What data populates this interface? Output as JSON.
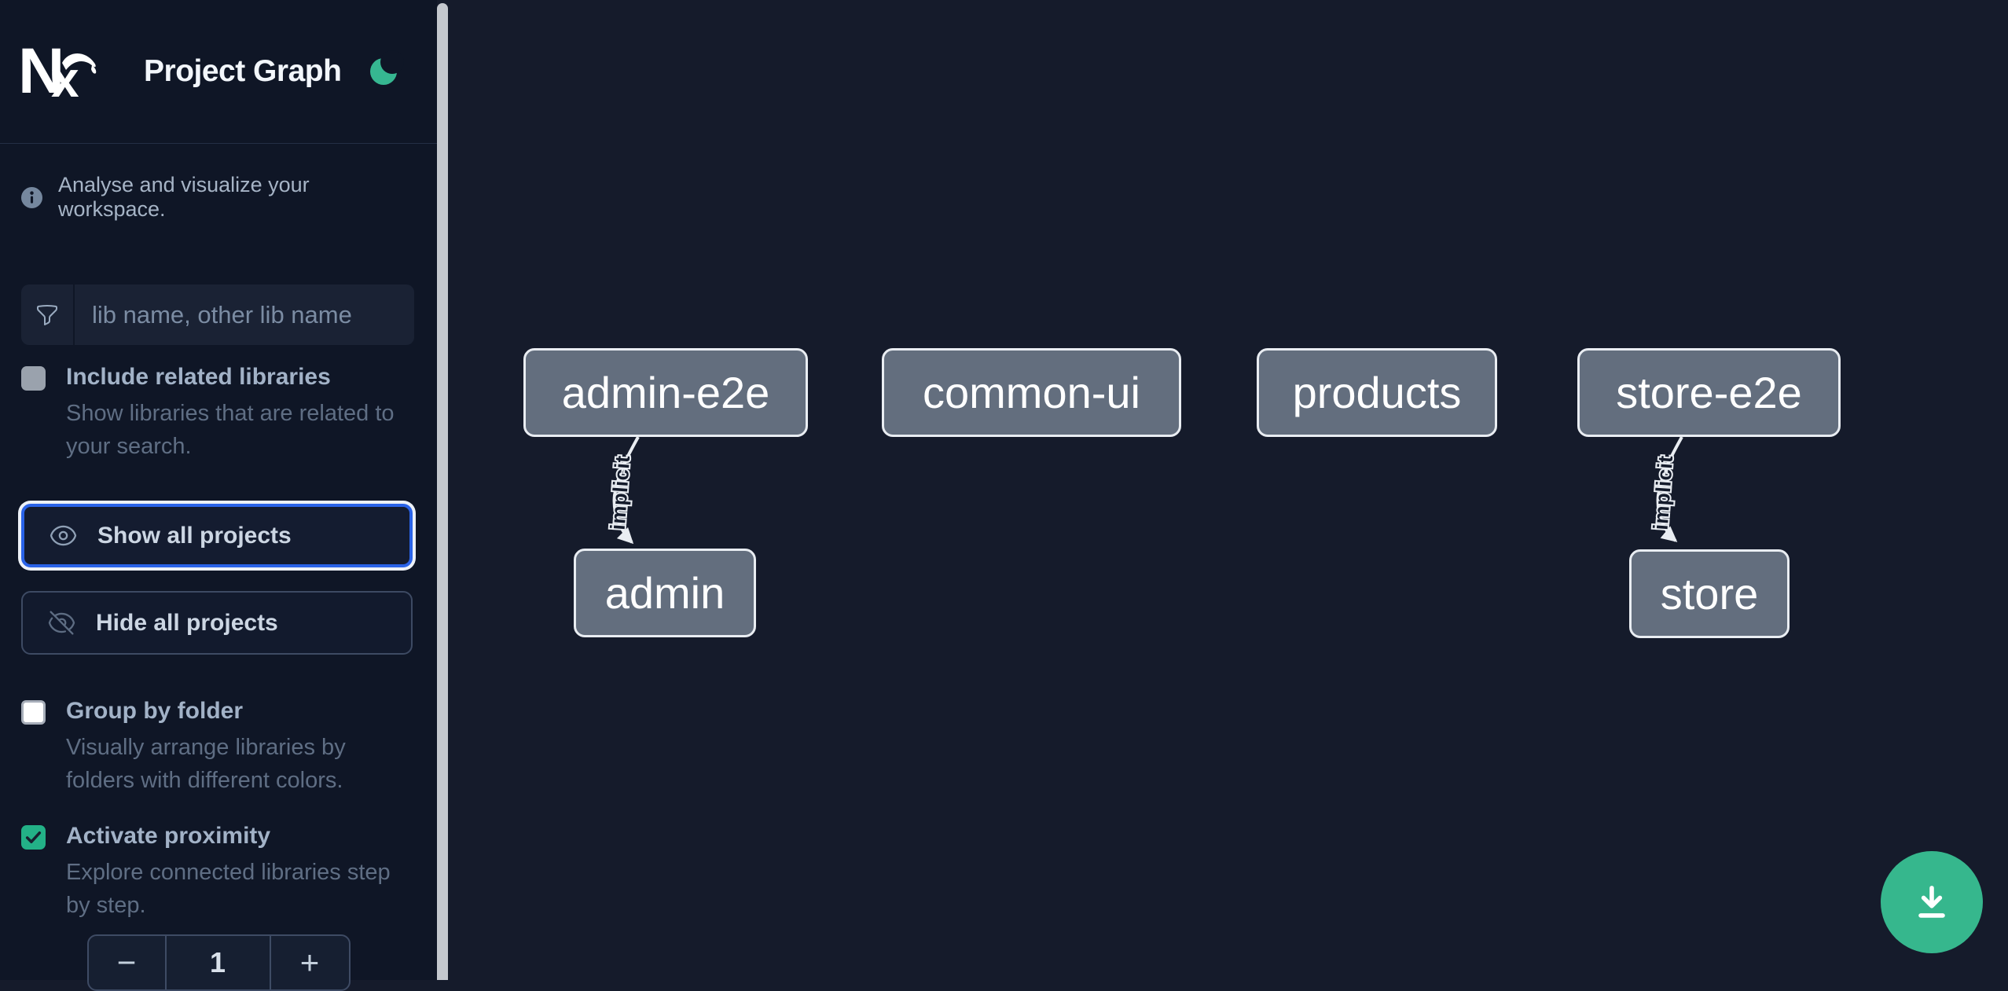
{
  "header": {
    "app_name": "Nx",
    "title": "Project Graph",
    "theme_toggle_icon": "moon-icon"
  },
  "sidebar": {
    "tagline": "Analyse and visualize your workspace.",
    "tagline_icon": "info-icon",
    "filter": {
      "icon": "funnel-icon",
      "value": "",
      "placeholder": "lib name, other lib name"
    },
    "include_related": {
      "label": "Include related libraries",
      "checked": false,
      "description_lines": [
        "Show libraries that are related to",
        "your search."
      ]
    },
    "show_all": {
      "label": "Show all projects",
      "icon": "eye-icon",
      "focused": true
    },
    "hide_all": {
      "label": "Hide all projects",
      "icon": "eye-slash-icon"
    },
    "group_by_folder": {
      "label": "Group by folder",
      "checked": false,
      "description_lines": [
        "Visually arrange libraries by",
        "folders with different colors."
      ]
    },
    "activate_proximity": {
      "label": "Activate proximity",
      "checked": true,
      "description_lines": [
        "Explore connected libraries step",
        "by step."
      ]
    },
    "proximity_stepper": {
      "decrement": "−",
      "value": "1",
      "increment": "+"
    }
  },
  "graph": {
    "nodes": [
      {
        "label": "admin-e2e"
      },
      {
        "label": "common-ui"
      },
      {
        "label": "products"
      },
      {
        "label": "store-e2e"
      },
      {
        "label": "admin"
      },
      {
        "label": "store"
      }
    ],
    "edges": [
      {
        "from": "admin-e2e",
        "to": "admin",
        "label": "implicit"
      },
      {
        "from": "store-e2e",
        "to": "store",
        "label": "implicit"
      }
    ]
  },
  "fab": {
    "icon": "download-icon"
  },
  "colors": {
    "accent_teal": "#23b187",
    "moon_teal": "#36b791",
    "fab_green": "#36b78d",
    "focus_blue": "#2a63e8",
    "node_fill": "#636e7e",
    "node_border": "#e9edf2",
    "sidebar_bg": "#0f1626",
    "canvas_bg": "#151b2b"
  }
}
